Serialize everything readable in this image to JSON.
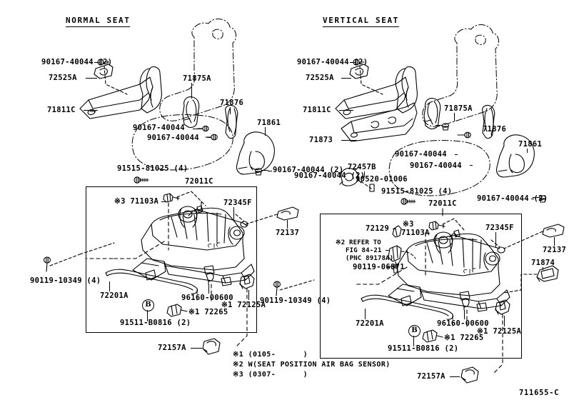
{
  "document": {
    "reference_number": "711655-C",
    "sections": [
      {
        "id": "normal",
        "title": "NORMAL SEAT"
      },
      {
        "id": "vertical",
        "title": "VERTICAL SEAT"
      }
    ]
  },
  "footnotes": [
    "※1 (0105-      )",
    "※2 W(SEAT POSITION AIR BAG SENSOR)",
    "※3 (0307-      )"
  ],
  "normal_seat": {
    "labels": {
      "bolt_top": "90167-40044 (2)",
      "cover_inner": "72525A",
      "track_cover_outer": "71811C",
      "hinge_cover_upper": "71875A",
      "bolt_mid1": "90167-40044",
      "bolt_mid2": "90167-40044",
      "hinge_small": "71876",
      "recliner_cover": "71861",
      "bolt_right": "90167-40044 (2)",
      "screws_four": "91515-81025 (4)",
      "adjuster_assy": "72011C",
      "knob_star3": "※3 71103A",
      "rod_72345F": "72345F",
      "cap_72137": "72137",
      "bolt_90119": "90119-10349 (4)",
      "wire_72201A": "72201A",
      "circle_b": "B",
      "bolt_91511": "91511-B0816 (2)",
      "clip_96160": "96160-00600",
      "bracket_star1": "※1 72125A",
      "clip_star1_72265": "※1 72265",
      "cap_72157A": "72157A"
    }
  },
  "vertical_seat": {
    "labels": {
      "bolt_top": "90167-40044 (2)",
      "cover_inner": "72525A",
      "track_cover_outer": "71811C",
      "track_cover_lower": "71873",
      "hinge_cover_upper": "71875A",
      "bolt_mid1": "90167-40044",
      "bolt_mid2": "90167-40044",
      "bolt_left_pair": "90167-40044 (2)",
      "hinge_small": "71876",
      "recliner_cover": "71861",
      "bolt_right_pair": "90167-40044 (2)",
      "knob_72457B": "72457B",
      "nut_90520": "90520-01006",
      "screws_four": "91515-81025 (4)",
      "adjuster_assy": "72011C",
      "lever_72129": "72129",
      "knob_star3": "※3",
      "knob_star3_part": "71103A",
      "sensor_note_line1": "※2 REFER TO",
      "sensor_note_line2": "FIG 84-21",
      "sensor_note_line3": "(PNC 89178A)",
      "screw_90119": "90119-06871",
      "rod_72345F": "72345F",
      "cap_72137": "72137",
      "bracket_71874": "71874",
      "wire_72201A": "72201A",
      "circle_b": "B",
      "bolt_91511": "91511-B0816 (2)",
      "clip_96160": "96160-00600",
      "bracket_star1": "※1 72125A",
      "clip_star1_72265": "※1 72265",
      "cap_72157A": "72157A",
      "bolt_90119_outer": "90119-10349 (4)"
    }
  },
  "colors": {
    "ink": "#000000",
    "background": "#ffffff"
  }
}
